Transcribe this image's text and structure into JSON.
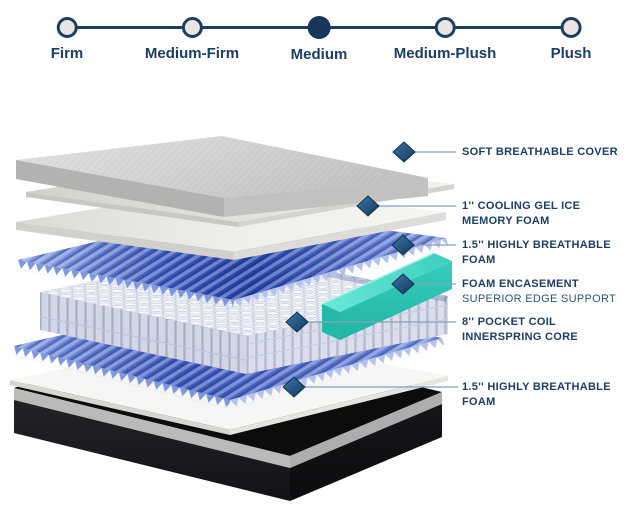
{
  "firmness_scale": {
    "steps": [
      {
        "label": "Firm",
        "active": false
      },
      {
        "label": "Medium-Firm",
        "active": false
      },
      {
        "label": "Medium",
        "active": true
      },
      {
        "label": "Medium-Plush",
        "active": false
      },
      {
        "label": "Plush",
        "active": false
      }
    ]
  },
  "diagram": {
    "labels": [
      {
        "line1": "SOFT BREATHABLE COVER",
        "line2": ""
      },
      {
        "line1": "1'' COOLING GEL ICE",
        "line2": "MEMORY FOAM"
      },
      {
        "line1": "1.5'' HIGHLY BREATHABLE",
        "line2": "FOAM"
      },
      {
        "line1": "FOAM ENCASEMENT",
        "line2": "SUPERIOR EDGE SUPPORT"
      },
      {
        "line1": "8'' POCKET COIL",
        "line2": "INNERSPRING CORE"
      },
      {
        "line1": "1.5'' HIGHLY BREATHABLE",
        "line2": "FOAM"
      }
    ],
    "marker_icon": "diamond-marker"
  },
  "colors": {
    "navy_text": "#1d3e63",
    "marker_navy": "#1d4f79",
    "connector_line": "#84a2bc",
    "foam_blue": "#3a57b8",
    "encasement_teal": "#3bd4c2",
    "inactive_dot_fill": "#e9e6e1"
  }
}
